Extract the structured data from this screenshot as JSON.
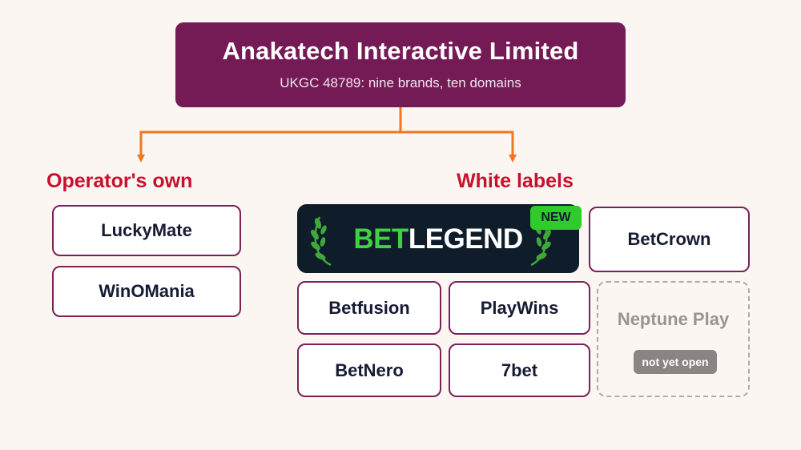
{
  "company": {
    "name": "Anakatech Interactive Limited",
    "subtitle": "UKGC 48789: nine brands, ten domains"
  },
  "groups": {
    "operators_own": {
      "title": "Operator's own",
      "brands": [
        "LuckyMate",
        "WinOMania"
      ]
    },
    "white_labels": {
      "title": "White labels",
      "featured": {
        "logo_part1": "BET",
        "logo_part2": "LEGEND",
        "badge": "NEW"
      },
      "brands": [
        "BetCrown",
        "Betfusion",
        "PlayWins",
        "BetNero",
        "7bet"
      ],
      "pending": {
        "name": "Neptune Play",
        "badge": "not yet open"
      }
    }
  },
  "colors": {
    "company_box": "#741b55",
    "connector": "#ee7722",
    "group_title": "#c8102e",
    "card_border": "#7a2158",
    "featured_bg": "#0f1c2a",
    "featured_accent": "#3fd13f",
    "pending_border": "#b3aaa6"
  },
  "icons": {
    "laurel": "laurel-wreath-icon"
  }
}
